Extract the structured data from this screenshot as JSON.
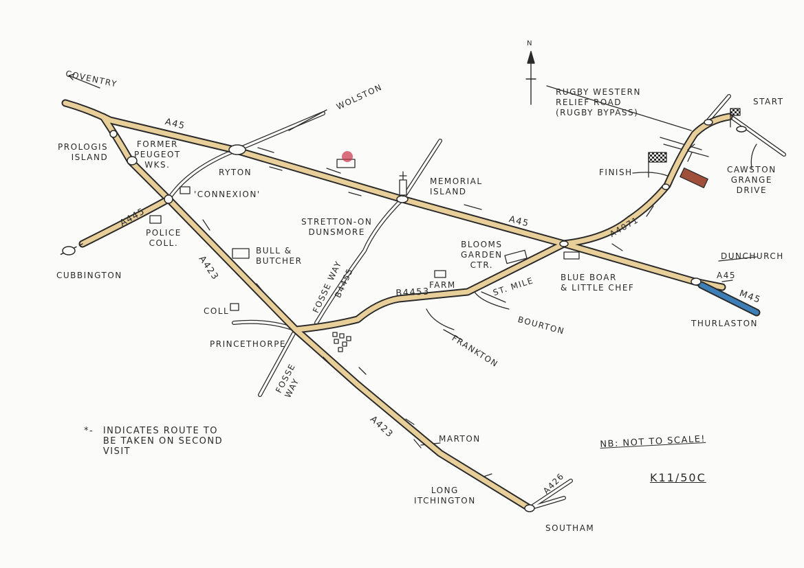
{
  "map": {
    "reference": "K11/50C",
    "note": "NB: NOT TO SCALE!",
    "legend": {
      "symbol": "*-",
      "text_lines": [
        "INDICATES ROUTE TO",
        "BE TAKEN ON SECOND",
        "VISIT"
      ]
    },
    "north_label": "N",
    "places": {
      "coventry": "COVENTRY",
      "wolston": "WOLSTON",
      "prologis": [
        "PROLOGIS",
        "ISLAND"
      ],
      "peugeot": [
        "FORMER",
        "PEUGEOT",
        "WKS."
      ],
      "ryton": "RYTON",
      "connexion": "'CONNEXION'",
      "police": [
        "POLICE",
        "COLL."
      ],
      "cubbington": "CUBBINGTON",
      "bull": [
        "BULL &",
        "BUTCHER"
      ],
      "stretton": [
        "STRETTON-ON",
        "DUNSMORE"
      ],
      "memorial": [
        "MEMORIAL",
        "ISLAND"
      ],
      "coll": "COLL",
      "princethorpe": "PRINCETHORPE",
      "blooms": [
        "BLOOMS",
        "GARDEN",
        "CTR."
      ],
      "farm": "FARM",
      "st_mile": "ST. MILE",
      "bourton": "BOURTON",
      "frankton": "FRANKTON",
      "blue_boar": [
        "BLUE BOAR",
        "& LITTLE CHEF"
      ],
      "dunchurch": "DUNCHURCH",
      "thurlaston": "THURLASTON",
      "rugby_relief": [
        "RUGBY WESTERN",
        "RELIEF ROAD",
        "(RUGBY BYPASS)"
      ],
      "start": "START",
      "finish": "FINISH",
      "cawston": [
        "CAWSTON",
        "GRANGE",
        "DRIVE"
      ],
      "marton": "MARTON",
      "long_itchington": [
        "LONG",
        "ITCHINGTON"
      ],
      "southam": "SOUTHAM"
    },
    "roads": {
      "a45_west": "A45",
      "a45_east": "A45",
      "a45_far": "A45",
      "m45": "M45",
      "a4071": "A4071",
      "a445": "A445",
      "a423_north": "A423",
      "a423_south": "A423",
      "b4455": "B4455",
      "fosse_north": "FOSSE WAY",
      "fosse_south": [
        "FOSSE",
        "WAY"
      ],
      "b4453": "B4453",
      "a426": "A426"
    },
    "colors": {
      "route": "#e8cf9a",
      "motorway": "#3f7fb8",
      "ink": "#2a2a2a"
    }
  }
}
